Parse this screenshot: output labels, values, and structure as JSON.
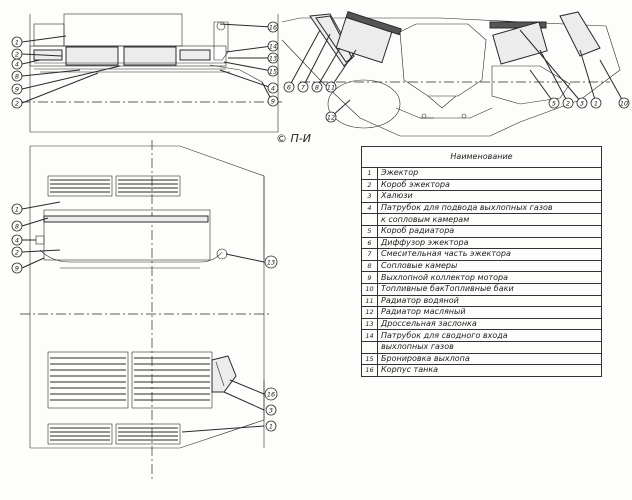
{
  "legend": {
    "header": "Наименование",
    "rows": [
      {
        "num": "1",
        "name": "Эжектор"
      },
      {
        "num": "2",
        "name": "Короб эжектора"
      },
      {
        "num": "3",
        "name": "Халюзи"
      },
      {
        "num": "4",
        "name": "Патрубок для подвода выхлопных газов"
      },
      {
        "num": "",
        "name": "к сопловым камерам"
      },
      {
        "num": "5",
        "name": "Короб радиатора"
      },
      {
        "num": "6",
        "name": "Диффузор эжектора"
      },
      {
        "num": "7",
        "name": "Смесительная часть эжектора"
      },
      {
        "num": "8",
        "name": "Сопловые камеры"
      },
      {
        "num": "9",
        "name": "Выхлопной коллектор мотора"
      },
      {
        "num": "10",
        "name": "Топливные бакТопливные баки"
      },
      {
        "num": "11",
        "name": "Радиатор водяной"
      },
      {
        "num": "12",
        "name": "Радиатор масляный"
      },
      {
        "num": "13",
        "name": "Дроссельная заслонка"
      },
      {
        "num": "14",
        "name": "Патрубок для сводного входа"
      },
      {
        "num": "",
        "name": "выхлопных газов"
      },
      {
        "num": "15",
        "name": "Бронировка выхлопа"
      },
      {
        "num": "16",
        "name": "Корпус танка"
      }
    ]
  },
  "callouts": {
    "top_left_left": [
      "1",
      "2",
      "4",
      "8",
      "9",
      "2"
    ],
    "top_left_right": [
      "16",
      "14",
      "13",
      "15",
      "4",
      "9"
    ],
    "top_right_left": [
      "6",
      "7",
      "8",
      "11",
      "12"
    ],
    "top_right_right": [
      "5",
      "2",
      "3",
      "1",
      "10"
    ],
    "plan_left": [
      "1",
      "8",
      "4",
      "2",
      "9"
    ],
    "plan_right_upper": [
      "13"
    ],
    "plan_right_lower": [
      "16",
      "3",
      "1"
    ]
  },
  "signature": "© П-И"
}
